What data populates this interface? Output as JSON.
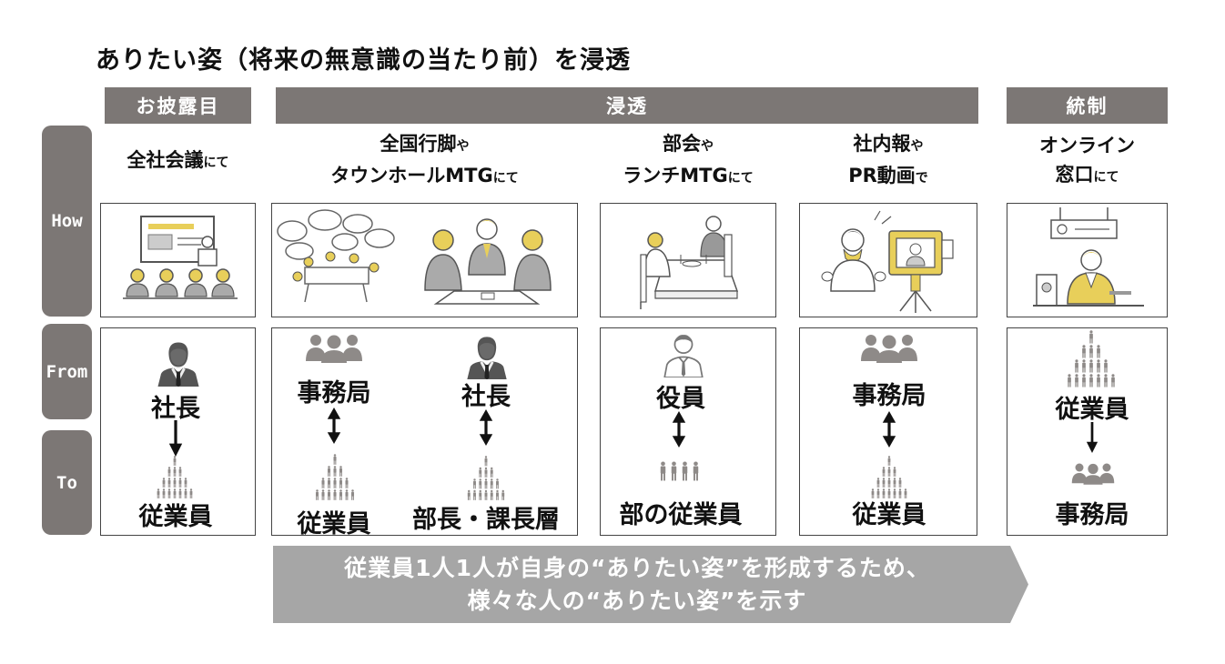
{
  "title": "ありたい姿（将来の無意識の当たり前）を浸透",
  "phases": {
    "debut": "お披露目",
    "penetrate": "浸透",
    "control": "統制"
  },
  "rows": {
    "how": "How",
    "from": "From",
    "to": "To"
  },
  "columns": [
    {
      "id": "zensha",
      "caption": [
        "全社会議にて"
      ],
      "from": "社長",
      "to": "従業員"
    },
    {
      "id": "angya",
      "caption": [
        "全国行脚や",
        "タウンホールMTGにて"
      ],
      "pairs": [
        {
          "from": "事務局",
          "to": "従業員"
        },
        {
          "from": "社長",
          "to": "部長・課長層"
        }
      ]
    },
    {
      "id": "bukai",
      "caption": [
        "部会や",
        "ランチMTGにて"
      ],
      "from": "役員",
      "to": "部の従業員"
    },
    {
      "id": "shanaiho",
      "caption": [
        "社内報や",
        "PR動画で"
      ],
      "from": "事務局",
      "to": "従業員"
    },
    {
      "id": "online",
      "caption": [
        "オンライン",
        "窓口にて"
      ],
      "from": "従業員",
      "to": "事務局"
    }
  ],
  "banner": {
    "line1": "従業員1人1人が自身の“ありたい姿”を形成するため、",
    "line2": "様々な人の“ありたい姿”を示す"
  },
  "colors": {
    "header_gray": "#7c7775",
    "banner_gray": "#a6a6a6",
    "accent_yellow": "#e8cf5a"
  }
}
